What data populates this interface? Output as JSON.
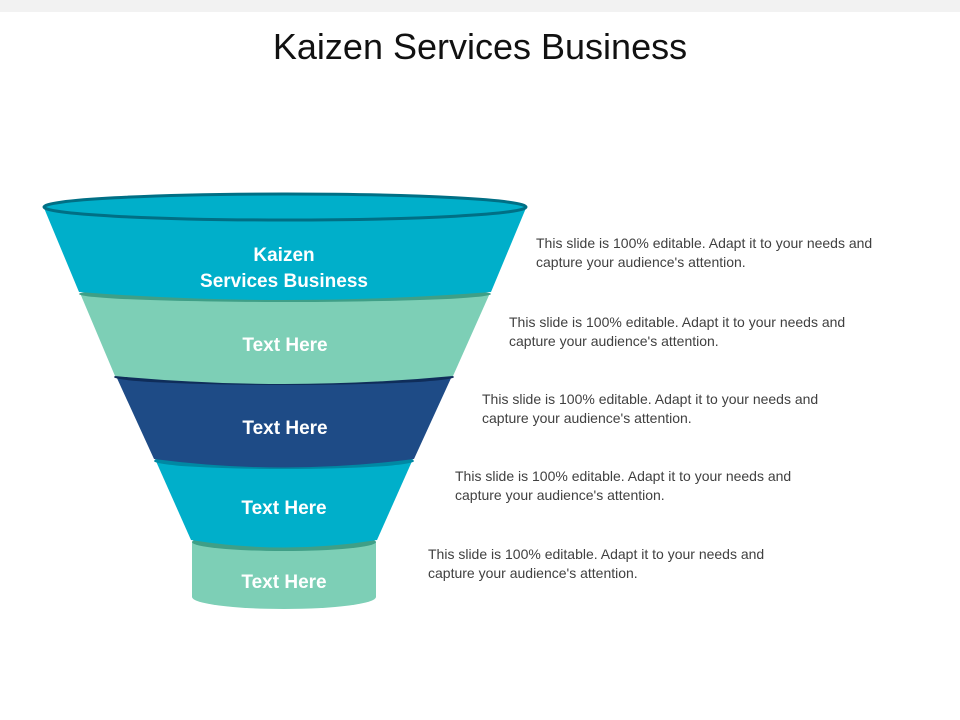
{
  "title": "Kaizen Services Business",
  "stages": [
    {
      "label": "Kaizen\nServices Business",
      "description": "This slide is 100% editable. Adapt it to your needs and capture your audience's attention.",
      "color": "#00afca"
    },
    {
      "label": "Text Here",
      "description": "This slide is 100% editable. Adapt it to your needs and capture your audience's attention.",
      "color": "#7dcfb6"
    },
    {
      "label": "Text Here",
      "description": "This slide is 100% editable. Adapt it to your needs and capture your audience's attention.",
      "color": "#1e4b86"
    },
    {
      "label": "Text Here",
      "description": "This slide is 100% editable. Adapt it to your needs and capture your audience's attention.",
      "color": "#00afca"
    },
    {
      "label": "Text Here",
      "description": "This slide is 100% editable. Adapt it to your needs and capture your audience's attention.",
      "color": "#7dcfb6"
    }
  ],
  "colors": {
    "cyan": "#00afca",
    "cyan_dark": "#0088a3",
    "mint": "#7dcfb6",
    "mint_dark": "#3f9f87",
    "navy": "#1e4b86",
    "navy_dark": "#0f2d5a"
  }
}
